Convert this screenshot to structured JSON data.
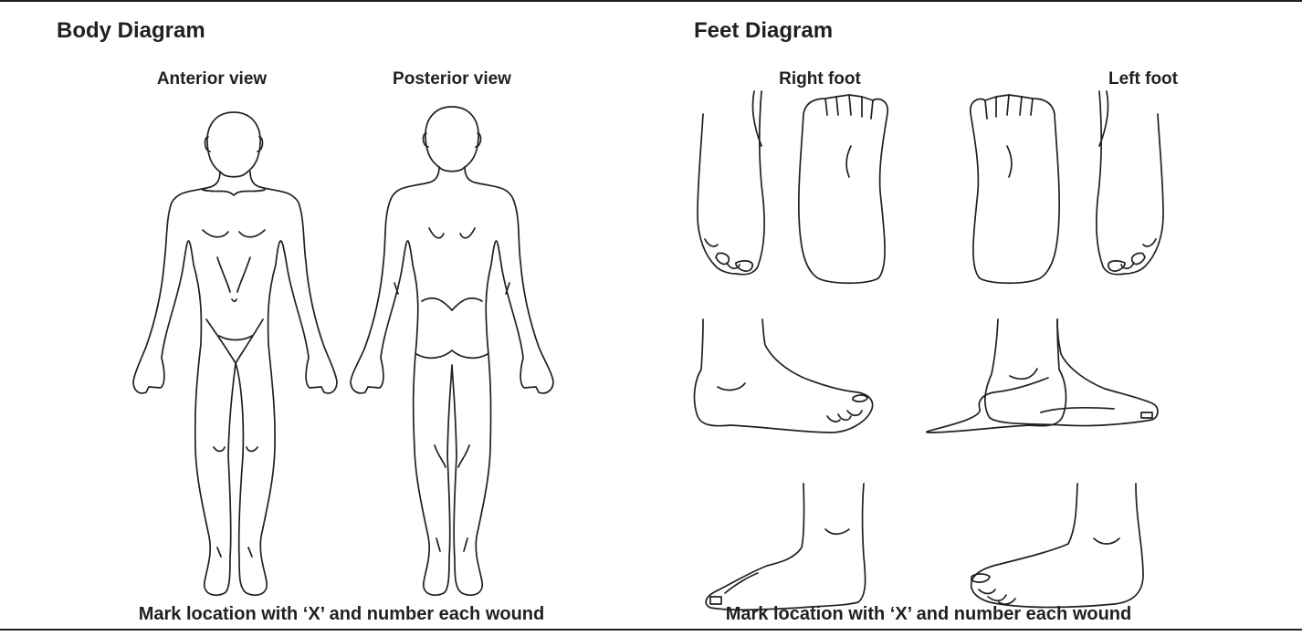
{
  "body_section": {
    "title": "Body Diagram",
    "views": [
      "Anterior view",
      "Posterior view"
    ],
    "instruction": "Mark location with ‘X’ and number each wound"
  },
  "feet_section": {
    "title": "Feet Diagram",
    "views": [
      "Right foot",
      "Left foot"
    ],
    "instruction": "Mark location with ‘X’ and number each wound"
  },
  "line_color": "#231f20",
  "figures": [
    "body-anterior-figure",
    "body-posterior-figure",
    "right-foot-top-figure",
    "right-foot-sole-figure",
    "left-foot-sole-figure",
    "left-foot-top-figure",
    "right-foot-side-figure",
    "left-foot-side-figure"
  ]
}
